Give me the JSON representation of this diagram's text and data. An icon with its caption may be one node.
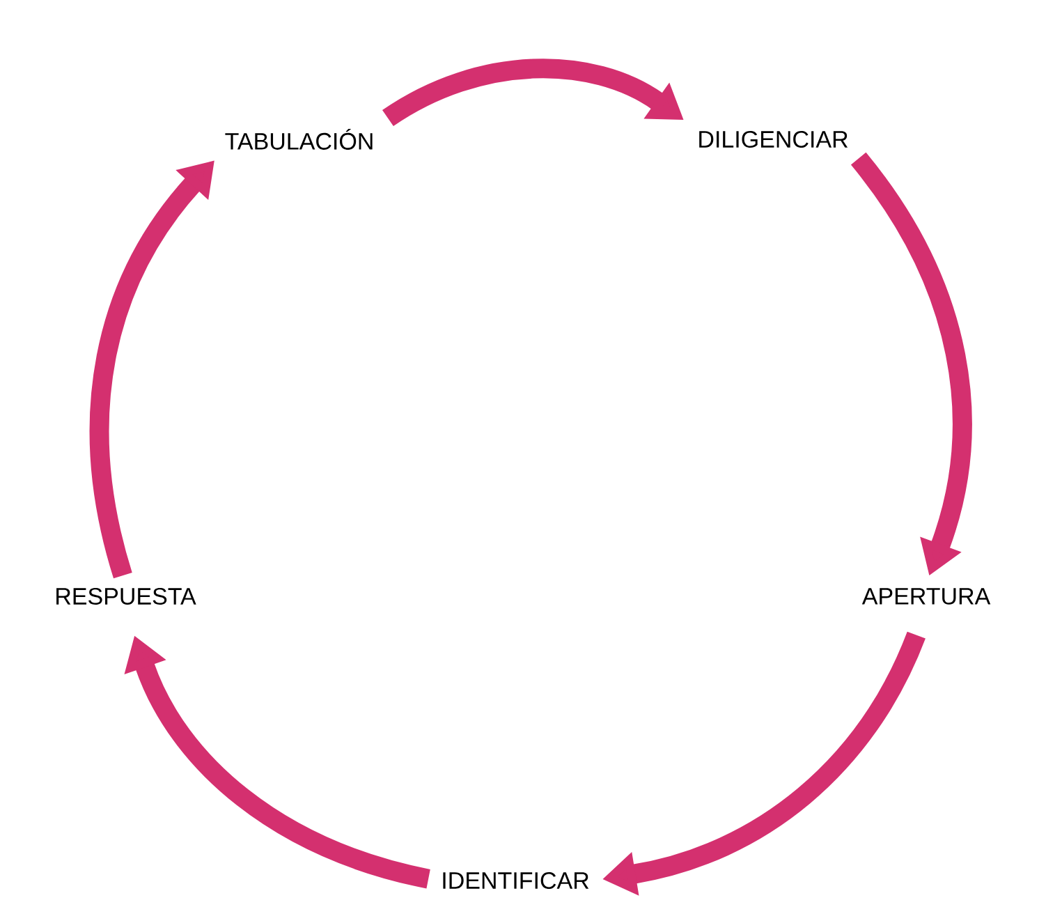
{
  "diagram": {
    "nodes": [
      {
        "text": [
          "TABULACIÓN"
        ]
      },
      {
        "text": [
          "DILIGENCIAR"
        ]
      },
      {
        "text": [
          "APERTURA"
        ]
      },
      {
        "text": [
          "IDENTIFICAR"
        ]
      },
      {
        "text": [
          "RESPUESTA"
        ]
      }
    ],
    "edges": [
      {
        "from": 0,
        "to": 1,
        "arrow": "to"
      },
      {
        "from": 1,
        "to": 2,
        "arrow": "to"
      },
      {
        "from": 2,
        "to": 3,
        "arrow": "to"
      },
      {
        "from": 3,
        "to": 4,
        "arrow": "to"
      },
      {
        "from": 4,
        "to": 0,
        "arrow": "to"
      }
    ]
  }
}
